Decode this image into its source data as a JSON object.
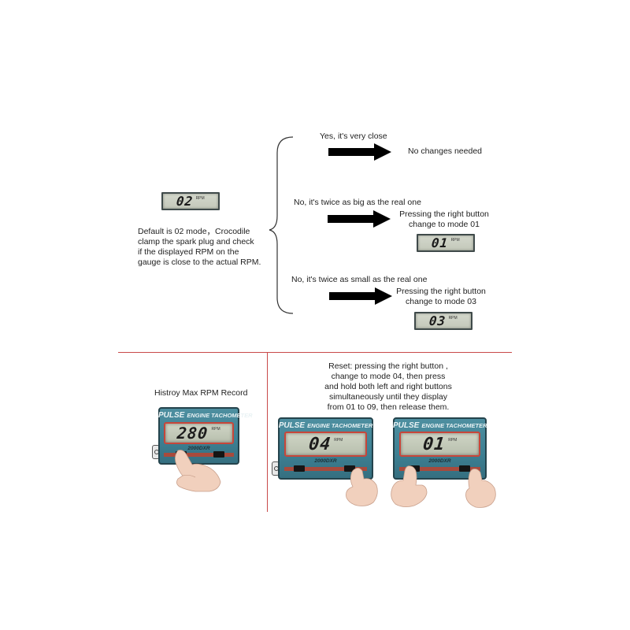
{
  "default_mode": {
    "display": "02",
    "text": "Default is 02 mode，Crocodile\nclamp the spark plug and check\nif the displayed RPM on the\ngauge is close to the actual RPM."
  },
  "branches": [
    {
      "question": "Yes, it's very close",
      "result": "No changes needed"
    },
    {
      "question": "No, it's twice as big as the real one",
      "result": "Pressing the right button\nchange to mode 01",
      "display": "01"
    },
    {
      "question": "No, it's twice as small as the real one",
      "result": "Pressing the right button\nchange to mode 03",
      "display": "03"
    }
  ],
  "history": {
    "label": "Histroy Max RPM Record",
    "display": "280"
  },
  "reset": {
    "text": "Reset: pressing the right button ,\nchange to mode 04, then press\nand hold both left and right buttons\nsimultaneously until they display\nfrom 01 to 09, then release them.",
    "display_a": "04",
    "display_b": "01"
  },
  "device": {
    "brand_big": "PULSE",
    "brand_small": "ENGINE TACHOMETER",
    "model": "2000DXR"
  },
  "colors": {
    "divider": "#c94a4a",
    "device_body": "#3d7f92",
    "lcd": "#c8cdbf"
  }
}
